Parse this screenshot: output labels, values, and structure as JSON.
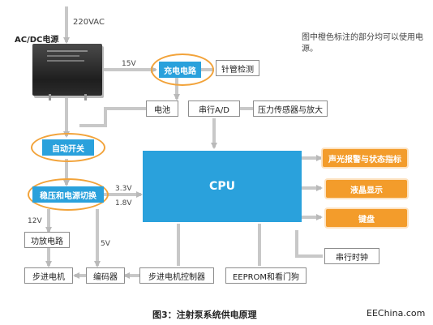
{
  "labels": {
    "input_voltage": "220VAC",
    "acdc": "AC/DC电源",
    "v15": "15V",
    "v33": "3.3V",
    "v18": "1.8V",
    "v12": "12V",
    "v5": "5V"
  },
  "note": "图中橙色标注的部分均可以使用电源。",
  "blocks": {
    "charge": "充电电路",
    "crystal": "针管检测",
    "battery": "电池",
    "serial_ad": "串行A/D",
    "pressure": "压力传感器与放大",
    "auto_switch": "自动开关",
    "regulator": "稳压和电源切换",
    "cpu": "CPU",
    "alarm": "声光报警与状态指标",
    "lcd": "液晶显示",
    "keyboard": "键盘",
    "driver": "功放电路",
    "serial_clock": "串行时钟",
    "stepper": "步进电机",
    "encoder": "编码器",
    "stepper_ctrl": "步进电机控制器",
    "eeprom": "EEPROM和看门狗"
  },
  "caption": "图3：注射泵系统供电原理",
  "watermark": "EEChina.com",
  "colors": {
    "blue": "#2aa1dc",
    "orange": "#f39c2b",
    "ring": "#f2a33a",
    "wire": "#c8c8c8"
  }
}
